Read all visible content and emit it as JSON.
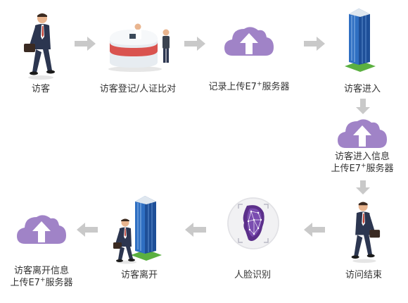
{
  "colors": {
    "cloud": "#a083c7",
    "cloud_arrow": "#ffffff",
    "arrow": "#c9c9c9",
    "suit": "#2c3650",
    "building_blue": "#2f6fc2",
    "building_grass": "#5bb040",
    "text": "#333333"
  },
  "steps": [
    {
      "label": "访客",
      "icon": "businessman-icon"
    },
    {
      "label": "访客登记/人证比对",
      "icon": "reception-desk-icon"
    },
    {
      "label_pre": "记录上传E7",
      "label_sup": "+",
      "label_post": "服务器",
      "icon": "cloud-upload-icon"
    },
    {
      "label": "访客进入",
      "icon": "office-building-icon"
    },
    {
      "label_line1": "访客进入信息",
      "label_line2_pre": "上传E7",
      "label_sup": "+",
      "label_line2_post": "服务器",
      "icon": "cloud-upload-icon"
    },
    {
      "label": "访问结束",
      "icon": "businessman-icon"
    },
    {
      "label": "人脸识别",
      "icon": "face-recognition-icon"
    },
    {
      "label": "访客离开",
      "icon": "businessman-building-icon"
    },
    {
      "label_line1": "访客离开信息",
      "label_line2_pre": "上传E7",
      "label_sup": "+",
      "label_line2_post": "服务器",
      "icon": "cloud-upload-icon"
    }
  ]
}
